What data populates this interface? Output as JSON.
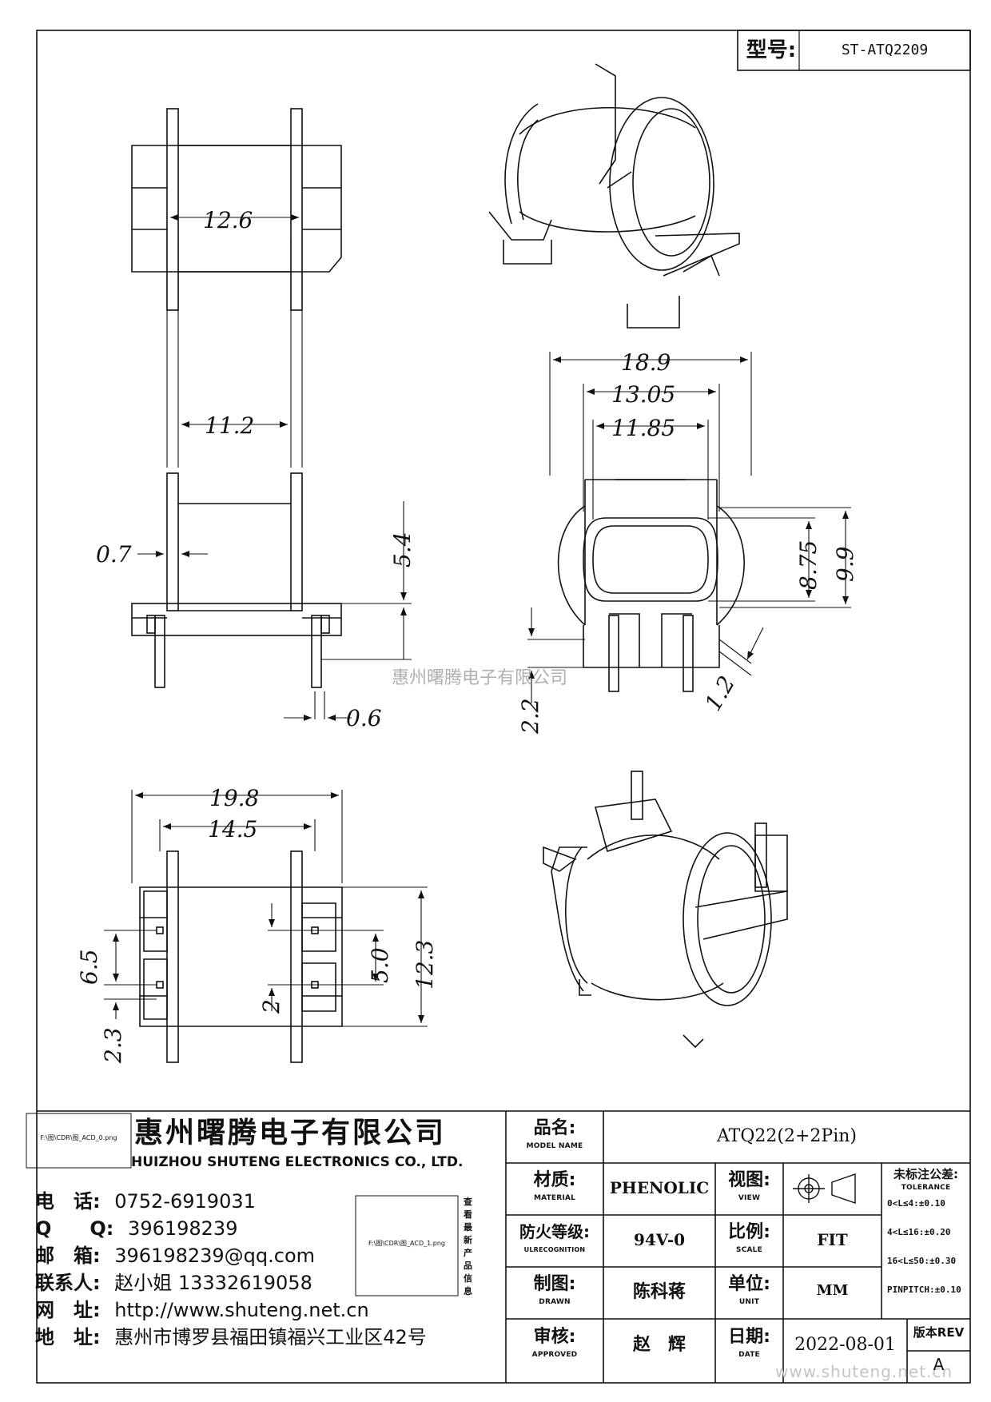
{
  "header": {
    "model_label": "型号:",
    "model_value": "ST-ATQ2209"
  },
  "watermark": {
    "center": "惠州曙腾电子有限公司",
    "footer": "www.shuteng.net.cn"
  },
  "dimensions": {
    "side_width_outer": "12.6",
    "side_width_inner": "11.2",
    "flange_thickness": "0.7",
    "pin_height": "5.4",
    "pin_width": "0.6",
    "front_width_outer": "18.9",
    "front_width_mid": "13.05",
    "front_width_inner": "11.85",
    "window_height_inner": "8.75",
    "window_height_outer": "9.9",
    "base_offset": "2.2",
    "pin_thickness": "1.2",
    "bottom_width_outer": "19.8",
    "bottom_width_inner": "14.5",
    "pin_spacing_left": "6.5",
    "pin_offset_left": "2.3",
    "pin_spacing_right": "5.0",
    "pin_offset_right": "2",
    "bottom_height": "12.3"
  },
  "company": {
    "logo_placeholder": "F:\\图\\CDR\\图_ACD_0.png",
    "name_cn": "惠州曙腾电子有限公司",
    "name_en": "HUIZHOU SHUTENG ELECTRONICS CO., LTD.",
    "qr_placeholder": "F:\\图\\CDR\\图_ACD_1.png",
    "qr_caption": "查看最新产品信息",
    "contacts": [
      {
        "label": "电　话:",
        "value": "0752-6919031"
      },
      {
        "label": "Q　　Q:",
        "value": "396198239"
      },
      {
        "label": "邮　箱:",
        "value": "396198239@qq.com"
      },
      {
        "label": "联系人:",
        "value": "赵小姐 13332619058"
      },
      {
        "label": "网　址:",
        "value": "http://www.shuteng.net.cn"
      },
      {
        "label": "地　址:",
        "value": "惠州市博罗县福田镇福兴工业区42号"
      }
    ]
  },
  "title_block": {
    "model_name_label": "品名:",
    "model_name_sub": "MODEL NAME",
    "model_name_value": "ATQ22(2+2Pin)",
    "material_label": "材质:",
    "material_sub": "MATERIAL",
    "material_value": "PHENOLIC",
    "view_label": "视图:",
    "view_sub": "VIEW",
    "flame_label": "防火等级:",
    "flame_sub": "ULRECOGNITION",
    "flame_value": "94V-0",
    "scale_label": "比例:",
    "scale_sub": "SCALE",
    "scale_value": "FIT",
    "drawn_label": "制图:",
    "drawn_sub": "DRAWN",
    "drawn_value": "陈科蒋",
    "unit_label": "单位:",
    "unit_sub": "UNIT",
    "unit_value": "MM",
    "approved_label": "审核:",
    "approved_sub": "APPROVED",
    "approved_value": "赵　辉",
    "date_label": "日期:",
    "date_sub": "DATE",
    "date_value": "2022-08-01",
    "tolerance_label": "未标注公差:",
    "tolerance_sub": "TOLERANCE",
    "tolerance_rows": [
      "0<L≤4:±0.10",
      "4<L≤16:±0.20",
      "16<L≤50:±0.30",
      "PINPITCH:±0.10"
    ],
    "rev_label": "版本REV",
    "rev_value": "A"
  }
}
